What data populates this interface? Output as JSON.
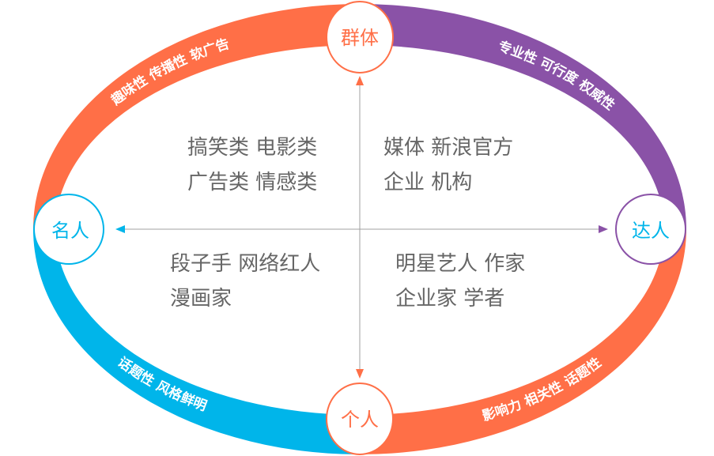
{
  "colors": {
    "orange": "#FF6F47",
    "purple": "#8A52A7",
    "blue": "#00B5EA",
    "gray_text": "#666666",
    "axis": "#A0A0A0"
  },
  "nodes": {
    "top": "群体",
    "left": "名人",
    "right": "达人",
    "bottom": "个人"
  },
  "arc_labels": {
    "top_left": "趣味性  传播性  软广告",
    "top_right": "专业性  可行度  权威性",
    "bottom_left": "话题性   风格鲜明",
    "bottom_right": "影响力 相关性  话题性"
  },
  "quadrants": {
    "top_left": [
      "搞笑类  电影类",
      "广告类  情感类"
    ],
    "top_right": [
      "媒体  新浪官方",
      "企业  机构"
    ],
    "bottom_left": [
      "段子手  网络红人",
      "漫画家"
    ],
    "bottom_right": [
      "明星艺人  作家",
      "企业家  学者"
    ]
  }
}
